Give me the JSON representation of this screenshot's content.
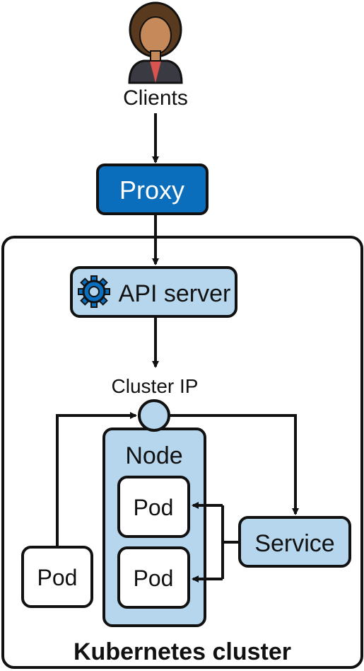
{
  "diagram": {
    "clients_label": "Clients",
    "proxy_label": "Proxy",
    "api_server_label": "API server",
    "cluster_ip_label": "Cluster IP",
    "node_label": "Node",
    "pod_label_1": "Pod",
    "pod_label_2": "Pod",
    "external_pod_label": "Pod",
    "service_label": "Service",
    "cluster_label": "Kubernetes cluster"
  },
  "icons": {
    "client": "person-icon",
    "api_server": "gear-icon"
  },
  "colors": {
    "proxy_fill": "#0a6ebd",
    "light_blue": "#b5d6ec",
    "stroke": "#111111"
  }
}
